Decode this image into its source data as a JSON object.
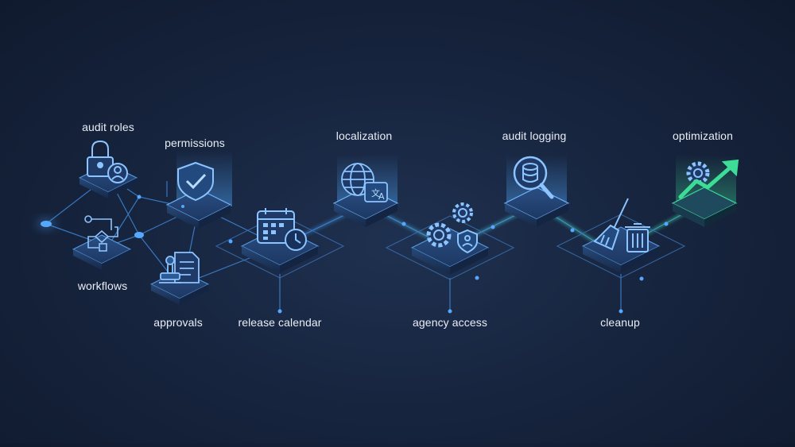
{
  "stages": [
    {
      "id": "audit-roles",
      "label": "audit roles",
      "icon": "lock-user-icon"
    },
    {
      "id": "workflows",
      "label": "workflows",
      "icon": "flowchart-icon"
    },
    {
      "id": "permissions",
      "label": "permissions",
      "icon": "shield-check-icon"
    },
    {
      "id": "approvals",
      "label": "approvals",
      "icon": "stamp-document-icon"
    },
    {
      "id": "release-calendar",
      "label": "release calendar",
      "icon": "calendar-clock-icon"
    },
    {
      "id": "localization",
      "label": "localization",
      "icon": "globe-translate-icon"
    },
    {
      "id": "agency-access",
      "label": "agency access",
      "icon": "gears-shield-icon"
    },
    {
      "id": "audit-logging",
      "label": "audit logging",
      "icon": "database-magnifier-icon"
    },
    {
      "id": "cleanup",
      "label": "cleanup",
      "icon": "broom-trash-icon"
    },
    {
      "id": "optimization",
      "label": "optimization",
      "icon": "gear-trend-arrow-icon"
    }
  ],
  "colors": {
    "line": "#3e86d8",
    "glow": "#4fa8ff",
    "accent_green": "#3ddc97",
    "label": "#e9eef7"
  }
}
